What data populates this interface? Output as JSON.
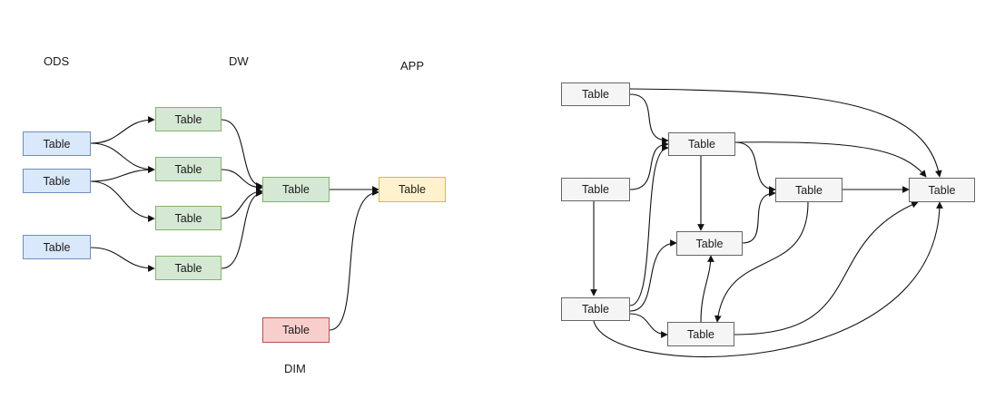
{
  "left_diagram": {
    "labels": {
      "ods": "ODS",
      "dw": "DW",
      "app": "APP",
      "dim": "DIM"
    },
    "nodes": {
      "ods_1": "Table",
      "ods_2": "Table",
      "ods_3": "Table",
      "dw_1": "Table",
      "dw_2": "Table",
      "dw_3": "Table",
      "dw_4": "Table",
      "dw_merge": "Table",
      "app": "Table",
      "dim": "Table"
    },
    "colors": {
      "ods_fill": "#dae8fc",
      "ods_stroke": "#6c8ebf",
      "dw_fill": "#d5e8d4",
      "dw_stroke": "#82b366",
      "app_fill": "#fff2cc",
      "app_stroke": "#d6b656",
      "dim_fill": "#f8cecc",
      "dim_stroke": "#b85450"
    }
  },
  "right_diagram": {
    "nodes": {
      "r1": "Table",
      "r2": "Table",
      "r3": "Table",
      "r4": "Table",
      "r5": "Table",
      "r6": "Table",
      "r7": "Table",
      "r8": "Table"
    },
    "colors": {
      "fill": "#f5f5f5",
      "stroke": "#666666"
    }
  }
}
